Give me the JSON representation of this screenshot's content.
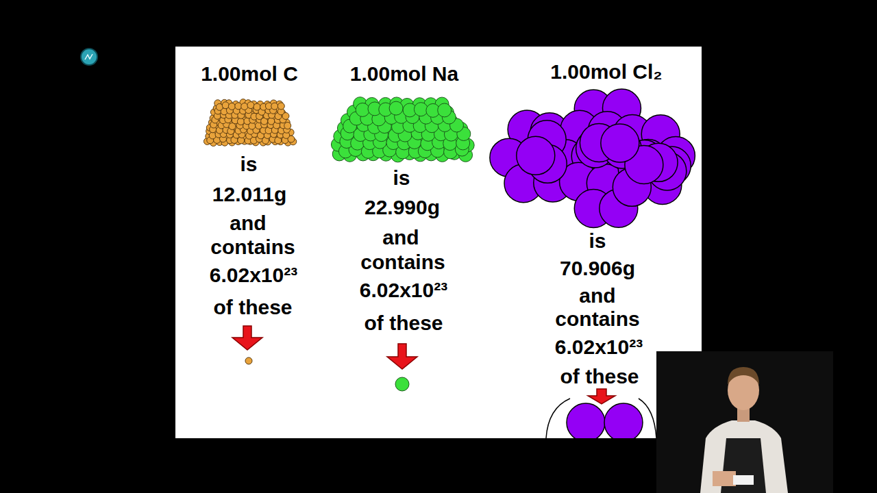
{
  "diagram": {
    "labels": [
      "1.00mol C",
      "is",
      "12.011g",
      "and",
      "contains",
      "6.02x10²³",
      "of these",
      "1.00mol Na",
      "is",
      "22.990g",
      "and",
      "contains",
      "6.02x10²³",
      "of these",
      "1.00mol Cl₂",
      "is",
      "70.906g",
      "and",
      "contains",
      "6.02x10²³",
      "of these"
    ]
  }
}
